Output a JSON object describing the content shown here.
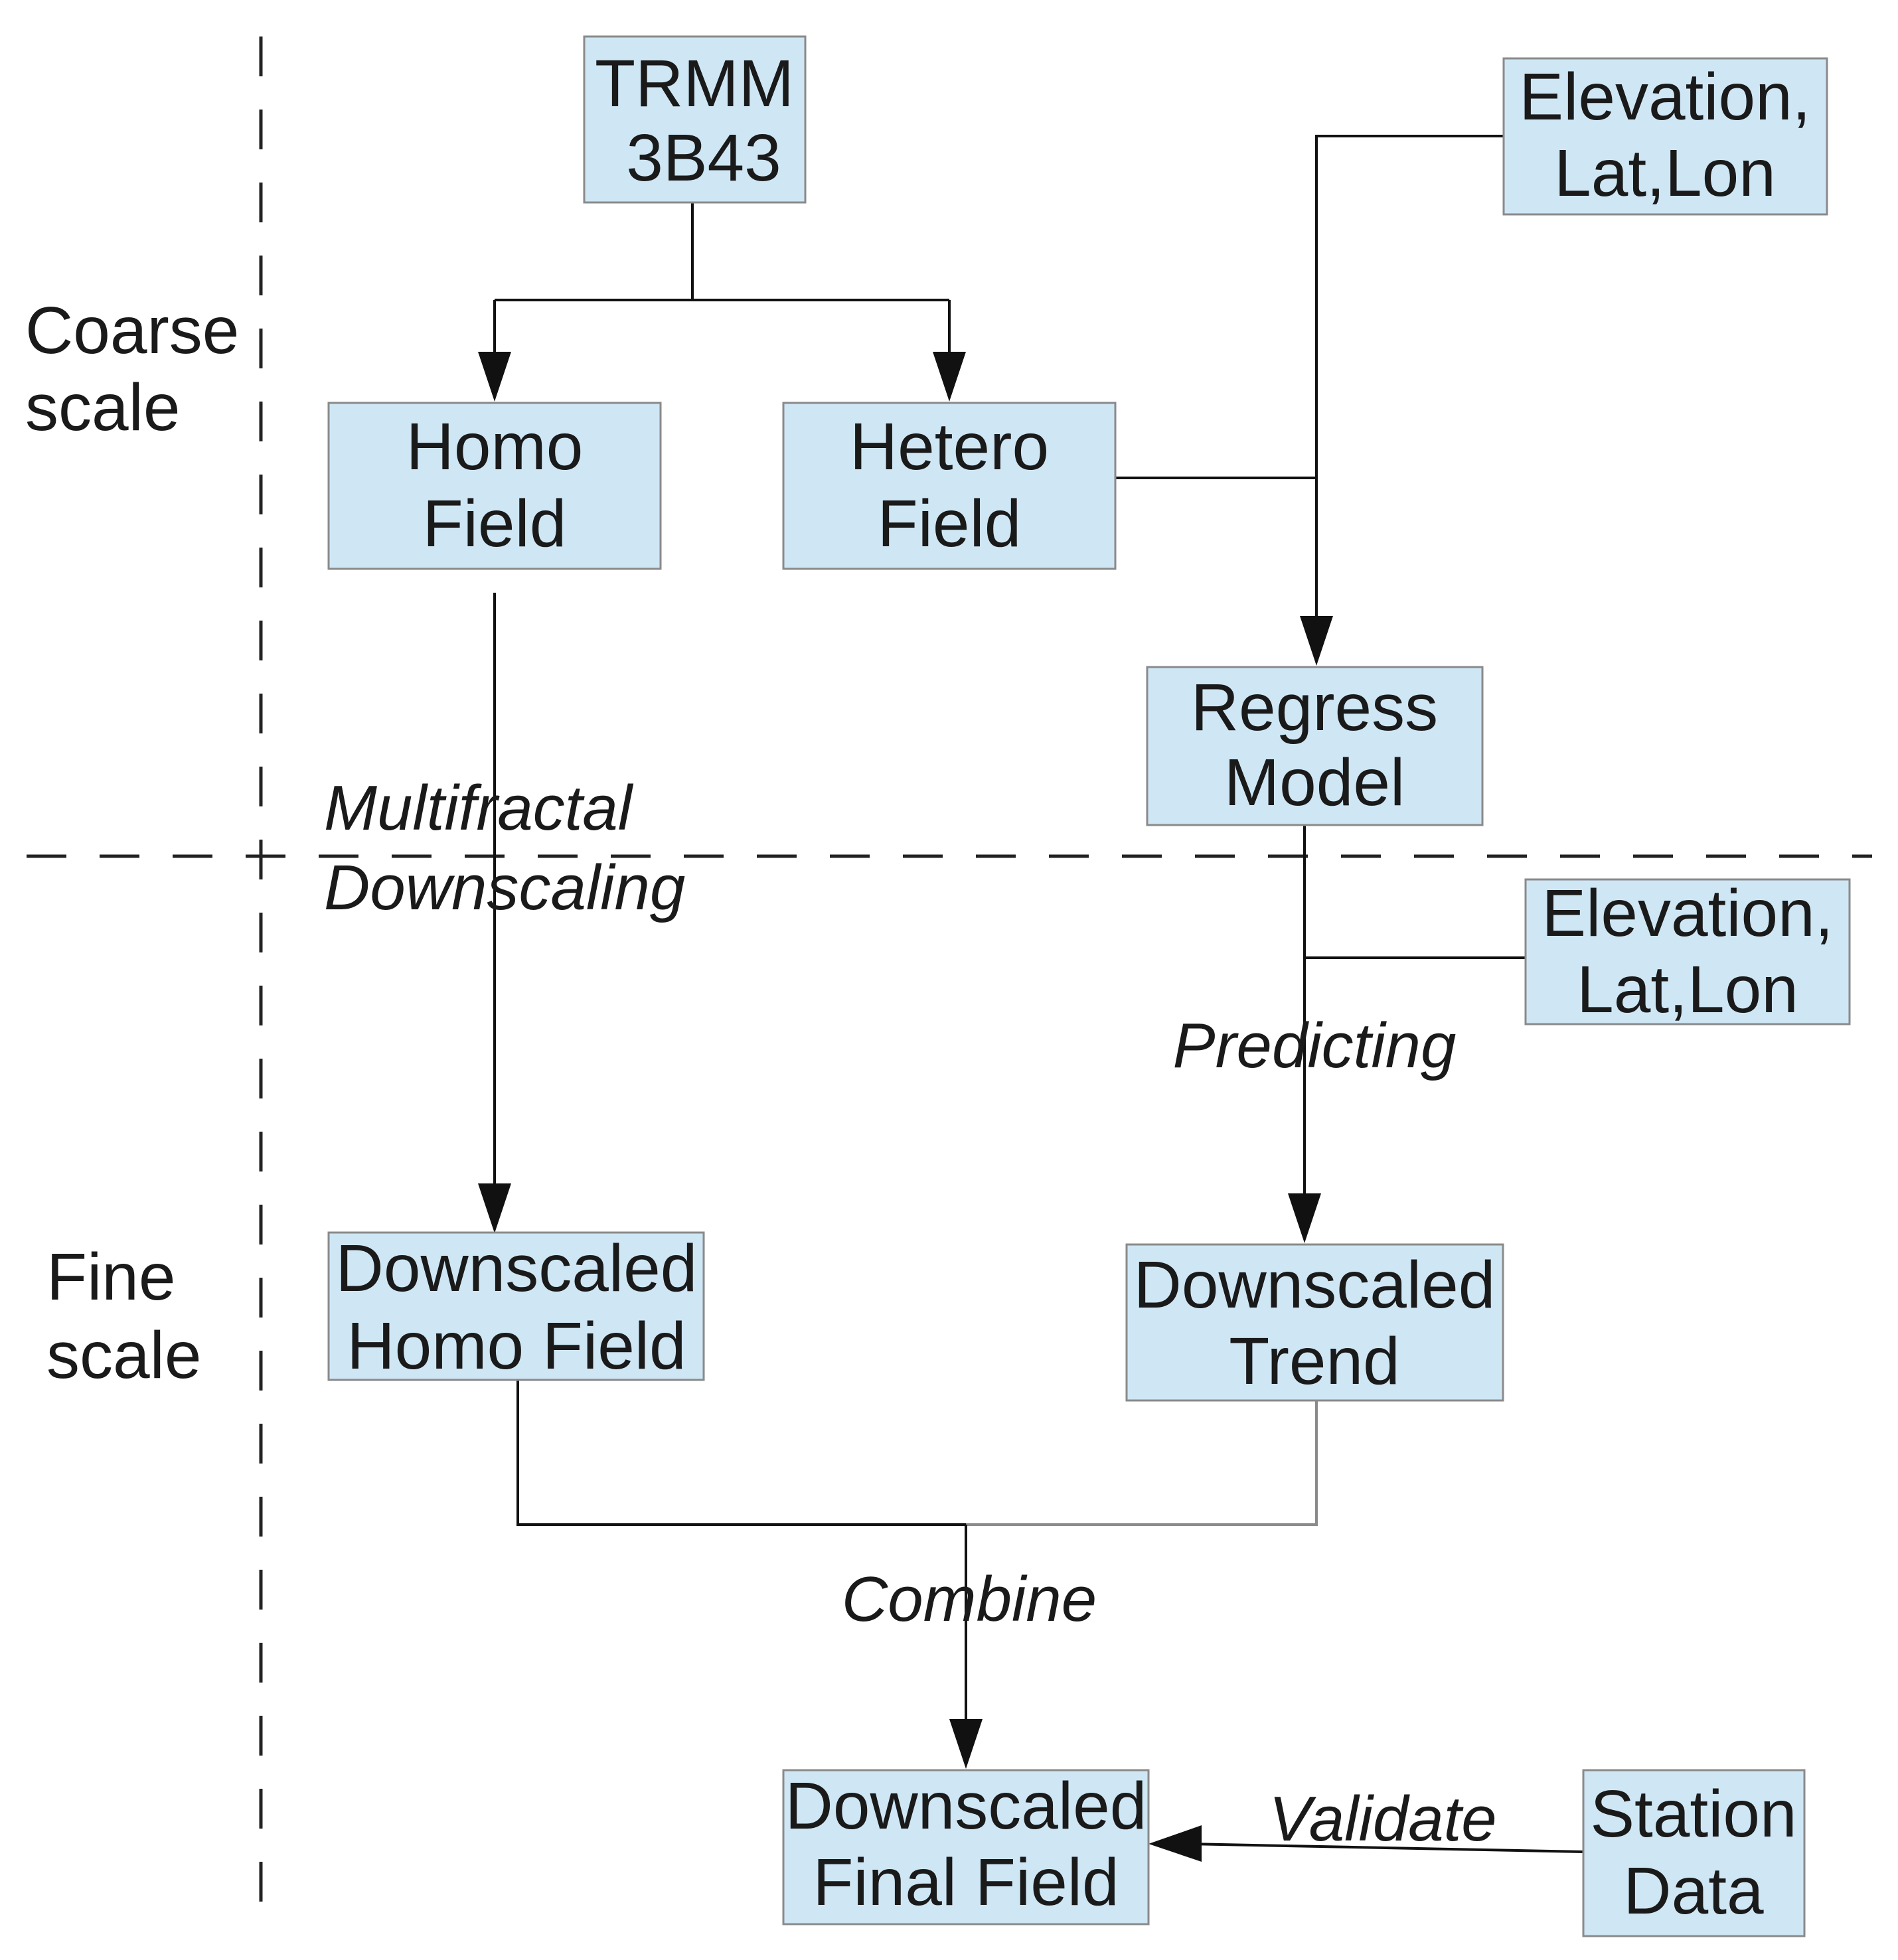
{
  "colors": {
    "box_fill": "#cfe7f5",
    "box_border": "#8a8a8a",
    "line": "#111111",
    "text": "#1a1a1a"
  },
  "scales": {
    "coarse": [
      "Coarse",
      "scale"
    ],
    "fine": [
      "Fine",
      "scale"
    ]
  },
  "nodes": {
    "trmm": [
      "TRMM",
      "3B43"
    ],
    "elev1": [
      "Elevation,",
      "Lat,Lon"
    ],
    "homo": [
      "Homo",
      "Field"
    ],
    "hetero": [
      "Hetero",
      "Field"
    ],
    "regress": [
      "Regress",
      "Model"
    ],
    "elev2": [
      "Elevation,",
      "Lat,Lon"
    ],
    "dhomo": [
      "Downscaled",
      "Homo Field"
    ],
    "dtrend": [
      "Downscaled",
      "Trend"
    ],
    "dfinal": [
      "Downscaled",
      "Final Field"
    ],
    "station": [
      "Station",
      "Data"
    ]
  },
  "operations": {
    "multifractal": [
      "Multifractal",
      "Downscaling"
    ],
    "predicting": "Predicting",
    "combine": "Combine",
    "validate": "Validate"
  }
}
